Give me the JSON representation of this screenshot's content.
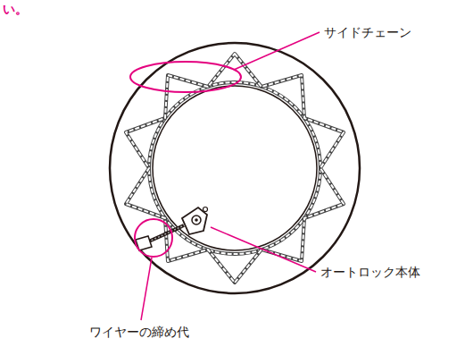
{
  "diagram": {
    "labels": [
      "い。",
      "サイドチェーン",
      "オートロック本体",
      "ワイヤーの締め代"
    ]
  }
}
